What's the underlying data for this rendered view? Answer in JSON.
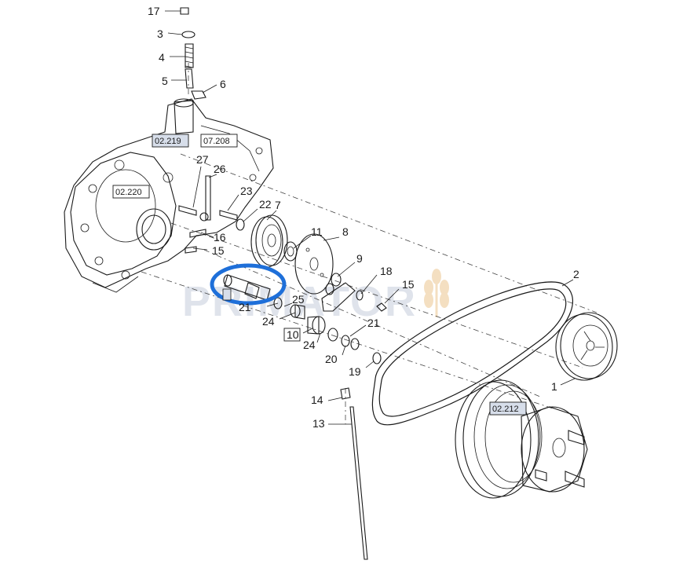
{
  "watermark": "PRIMATOR",
  "callouts": {
    "c1": "1",
    "c2": "2",
    "c3": "3",
    "c4": "4",
    "c5": "5",
    "c6": "6",
    "c7": "7",
    "c8": "8",
    "c9": "9",
    "c10": "10",
    "c11": "11",
    "c13": "13",
    "c14": "14",
    "c15a": "15",
    "c15b": "15",
    "c16": "16",
    "c17": "17",
    "c18": "18",
    "c19": "19",
    "c20": "20",
    "c21a": "21",
    "c21b": "21",
    "c22": "22",
    "c23": "23",
    "c24a": "24",
    "c24b": "24",
    "c25": "25",
    "c26": "26",
    "c27": "27"
  },
  "references": {
    "r02219": "02.219",
    "r07208": "07.208",
    "r02220": "02.220",
    "r02212": "02.212"
  },
  "colors": {
    "highlight_ring": "#1e6fd9",
    "ref_box_fill": "#d7deea",
    "line": "#1a1a1a"
  }
}
